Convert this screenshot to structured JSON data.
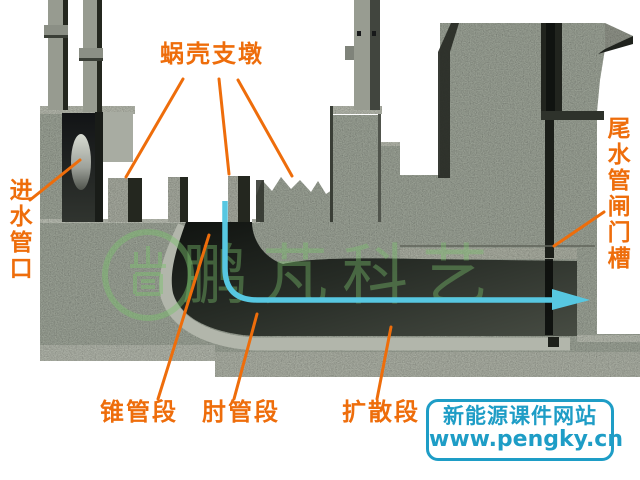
{
  "labels": {
    "volute_support_piers": "蜗壳支墩",
    "inlet_pipe_opening": "进水管口",
    "tailwater_gate_slot": "尾水管闸门槽",
    "cone_section": "锥管段",
    "elbow_section": "肘管段",
    "diffuser_section": "扩散段"
  },
  "watermark": {
    "logo_text": "鹏芃科艺",
    "site_name": "新能源课件网站",
    "site_url": "www.pengky.cn",
    "brand_color": "#1e9dc6",
    "logo_color": "#7cc26e"
  },
  "colors": {
    "label_orange": "#ee6d0b",
    "flow_arrow_cyan": "#57c7e1",
    "concrete_gray": "#9aa094",
    "concrete_light": "#b2b6aa",
    "tube_dark": "#1c1f1a",
    "background": "#ffffff"
  }
}
